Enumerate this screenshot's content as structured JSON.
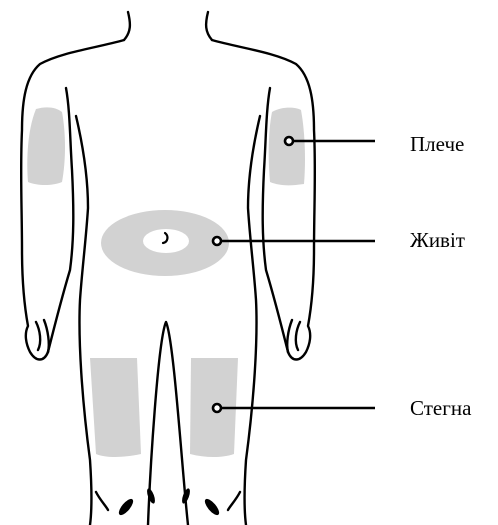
{
  "labels": {
    "upper_arm": "Плече",
    "abdomen": "Живіт",
    "thigh": "Стегна"
  },
  "colors": {
    "outline": "#000000",
    "zone": "#d2d2d2",
    "background": "#ffffff",
    "leader": "#000000"
  }
}
